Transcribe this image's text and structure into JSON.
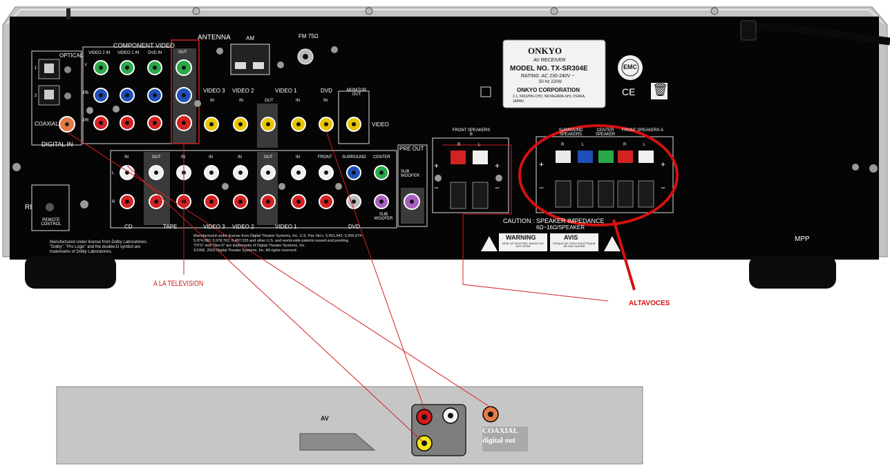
{
  "receiver": {
    "sections": {
      "optical": "OPTICAL",
      "component_video": "COMPONENT VIDEO",
      "antenna": "ANTENNA",
      "am": "AM",
      "fm": "FM 75Ω",
      "coaxial": "COAXIAL",
      "digital_in": "DIGITAL IN",
      "remote_control": "REMOTE CONTROL",
      "pre_out": "PRE OUT",
      "sub_woofer_top": "SUB WOOFER",
      "video": "VIDEO",
      "front_speakers_b": "FRONT SPEAKERS B",
      "surround_speakers": "SURROUND SPEAKERS",
      "center_speaker": "CENTER SPEAKER",
      "front_speakers_a": "FRONT SPEAKERS A",
      "mpp": "MPP",
      "ri": "RI"
    },
    "component_inputs": [
      "VIDEO 2 IN",
      "VIDEO 1 IN",
      "DVD IN"
    ],
    "component_out": "OUT",
    "component_rows": [
      "Y",
      "PB",
      "PR"
    ],
    "optical_nums": [
      "1",
      "2"
    ],
    "video_cols": [
      "VIDEO 3",
      "VIDEO 2",
      "VIDEO 1",
      "DVD"
    ],
    "monitor_out": "MONITOR OUT",
    "io": {
      "in": "IN",
      "out": "OUT"
    },
    "audio_bottom": [
      "CD",
      "TAPE",
      "VIDEO 3",
      "VIDEO 2",
      "VIDEO 1",
      "DVD"
    ],
    "audio_right": {
      "front": "FRONT",
      "surround": "SURROUND",
      "center": "CENTER",
      "sub_woofer": "SUB WOOFER"
    },
    "lr": {
      "l": "L",
      "r": "R"
    },
    "plus": "+",
    "minus": "−",
    "caution": "CAUTION : SPEAKER IMPEDANCE",
    "impedance": "6Ω~16Ω/SPEAKER",
    "warning": "WARNING",
    "warning_sub": "RISK OF ELECTRIC SHOCK DO NOT OPEN",
    "avis": "AVIS",
    "avis_sub": "RISQUE DE CHOC ELECTRIQUE NE PAS OUVRIR",
    "dolby_note": [
      "Manufactured under license from Dolby Laboratories.",
      "\"Dolby\", \"Pro Logic\" and the double-D symbol are",
      "trademarks of Dolby Laboratories."
    ],
    "dts_note": [
      "Manufactured under license from Digital Theater Systems, Inc. U.S. Pat. No's. 5,451,942; 5,956,674;",
      "5,974,380; 5,978,762; 6,487,535 and other U.S. and world-wide patents issued and pending.",
      "\"DTS\" and \"Neo:6\" are trademarks of Digital Theater Systems, Inc.",
      "©1996, 2003 Digital Theater Systems, Inc. All rights reserved."
    ],
    "label_plate": {
      "brand": "ONKYO",
      "type": "AV RECEIVER",
      "model": "MODEL NO. TX-SR304E",
      "rating": "RATING: AC 230-240V ~",
      "rating2": "50 Hz     220W",
      "corp": "ONKYO CORPORATION",
      "address": "2-1, NISSHIN-CHO, NEYAGAWA-SHI, OSAKA,",
      "country": "JAPAN"
    },
    "emc": "EMC",
    "ce": "CE"
  },
  "annotations": {
    "tv": "A LA TELEVISION",
    "speakers": "ALTAVOCES"
  },
  "player": {
    "av": "AV",
    "coaxial": "COAXIAL",
    "digital_out": "digital out"
  },
  "colors": {
    "chassis": "#000000",
    "frame": "#bdbdbd",
    "wire": "#d42020",
    "ellipse": "#d41111",
    "player": "#c6c6c6"
  }
}
